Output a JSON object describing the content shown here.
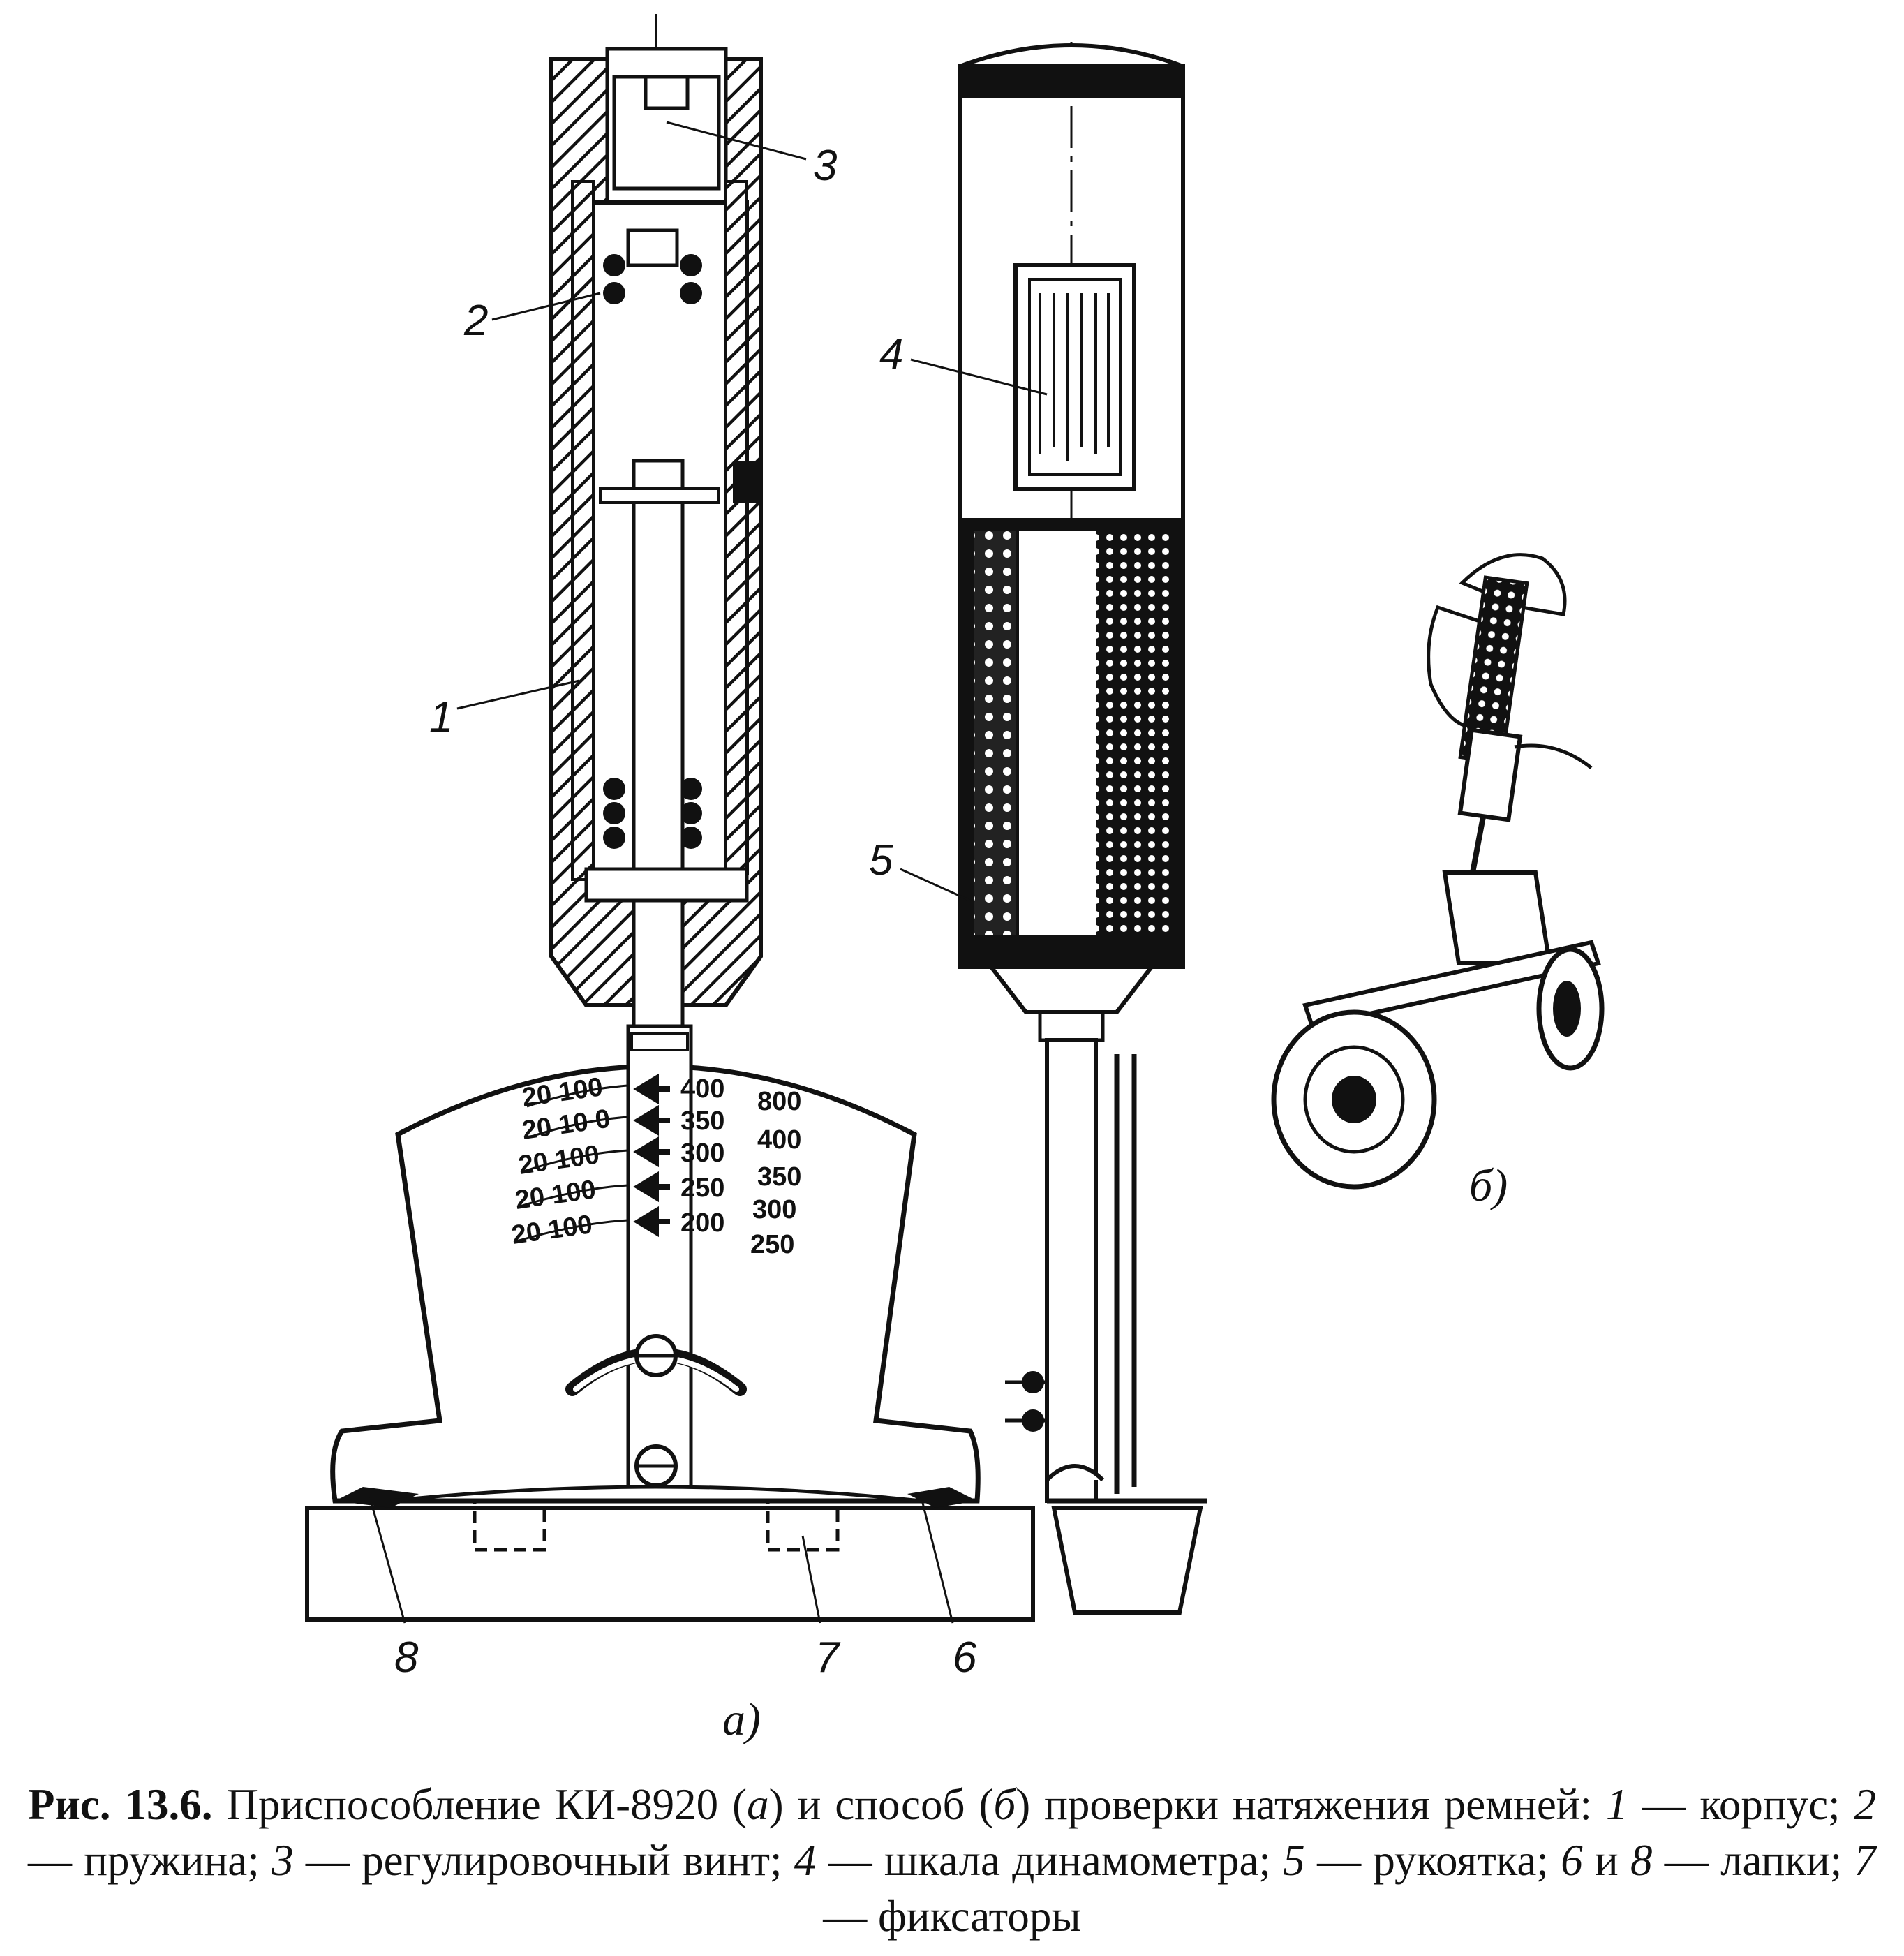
{
  "figure": {
    "callouts": [
      "1",
      "2",
      "3",
      "4",
      "5",
      "6",
      "7",
      "8"
    ],
    "sublabels": {
      "a": "а)",
      "b": "б)"
    },
    "scale_left": [
      "20 100",
      "20 10 0",
      "20 100",
      "20 100",
      "20 100"
    ],
    "scale_mid": [
      "400",
      "350",
      "300",
      "250",
      "200"
    ],
    "scale_right": [
      "800",
      "400",
      "350",
      "300",
      "250"
    ]
  },
  "caption": {
    "prefix": "Рис. 13.6.",
    "t1": " Приспособление КИ-8920 (",
    "a": "а",
    "t2": ") и способ (",
    "b": "б",
    "t3": ") проверки натяжения ремней: ",
    "n1": "1",
    "t4": " — корпус; ",
    "n2": "2",
    "t5": " — пружина; ",
    "n3": "3",
    "t6": " — регулировочный винт; ",
    "n4": "4",
    "t7": " — шкала динамометра; ",
    "n5": "5",
    "t8": " — рукоятка; ",
    "n6": "6",
    "t9": " и ",
    "n8": "8",
    "t10": " — лапки; ",
    "n7": "7",
    "t11": " — фиксаторы"
  }
}
